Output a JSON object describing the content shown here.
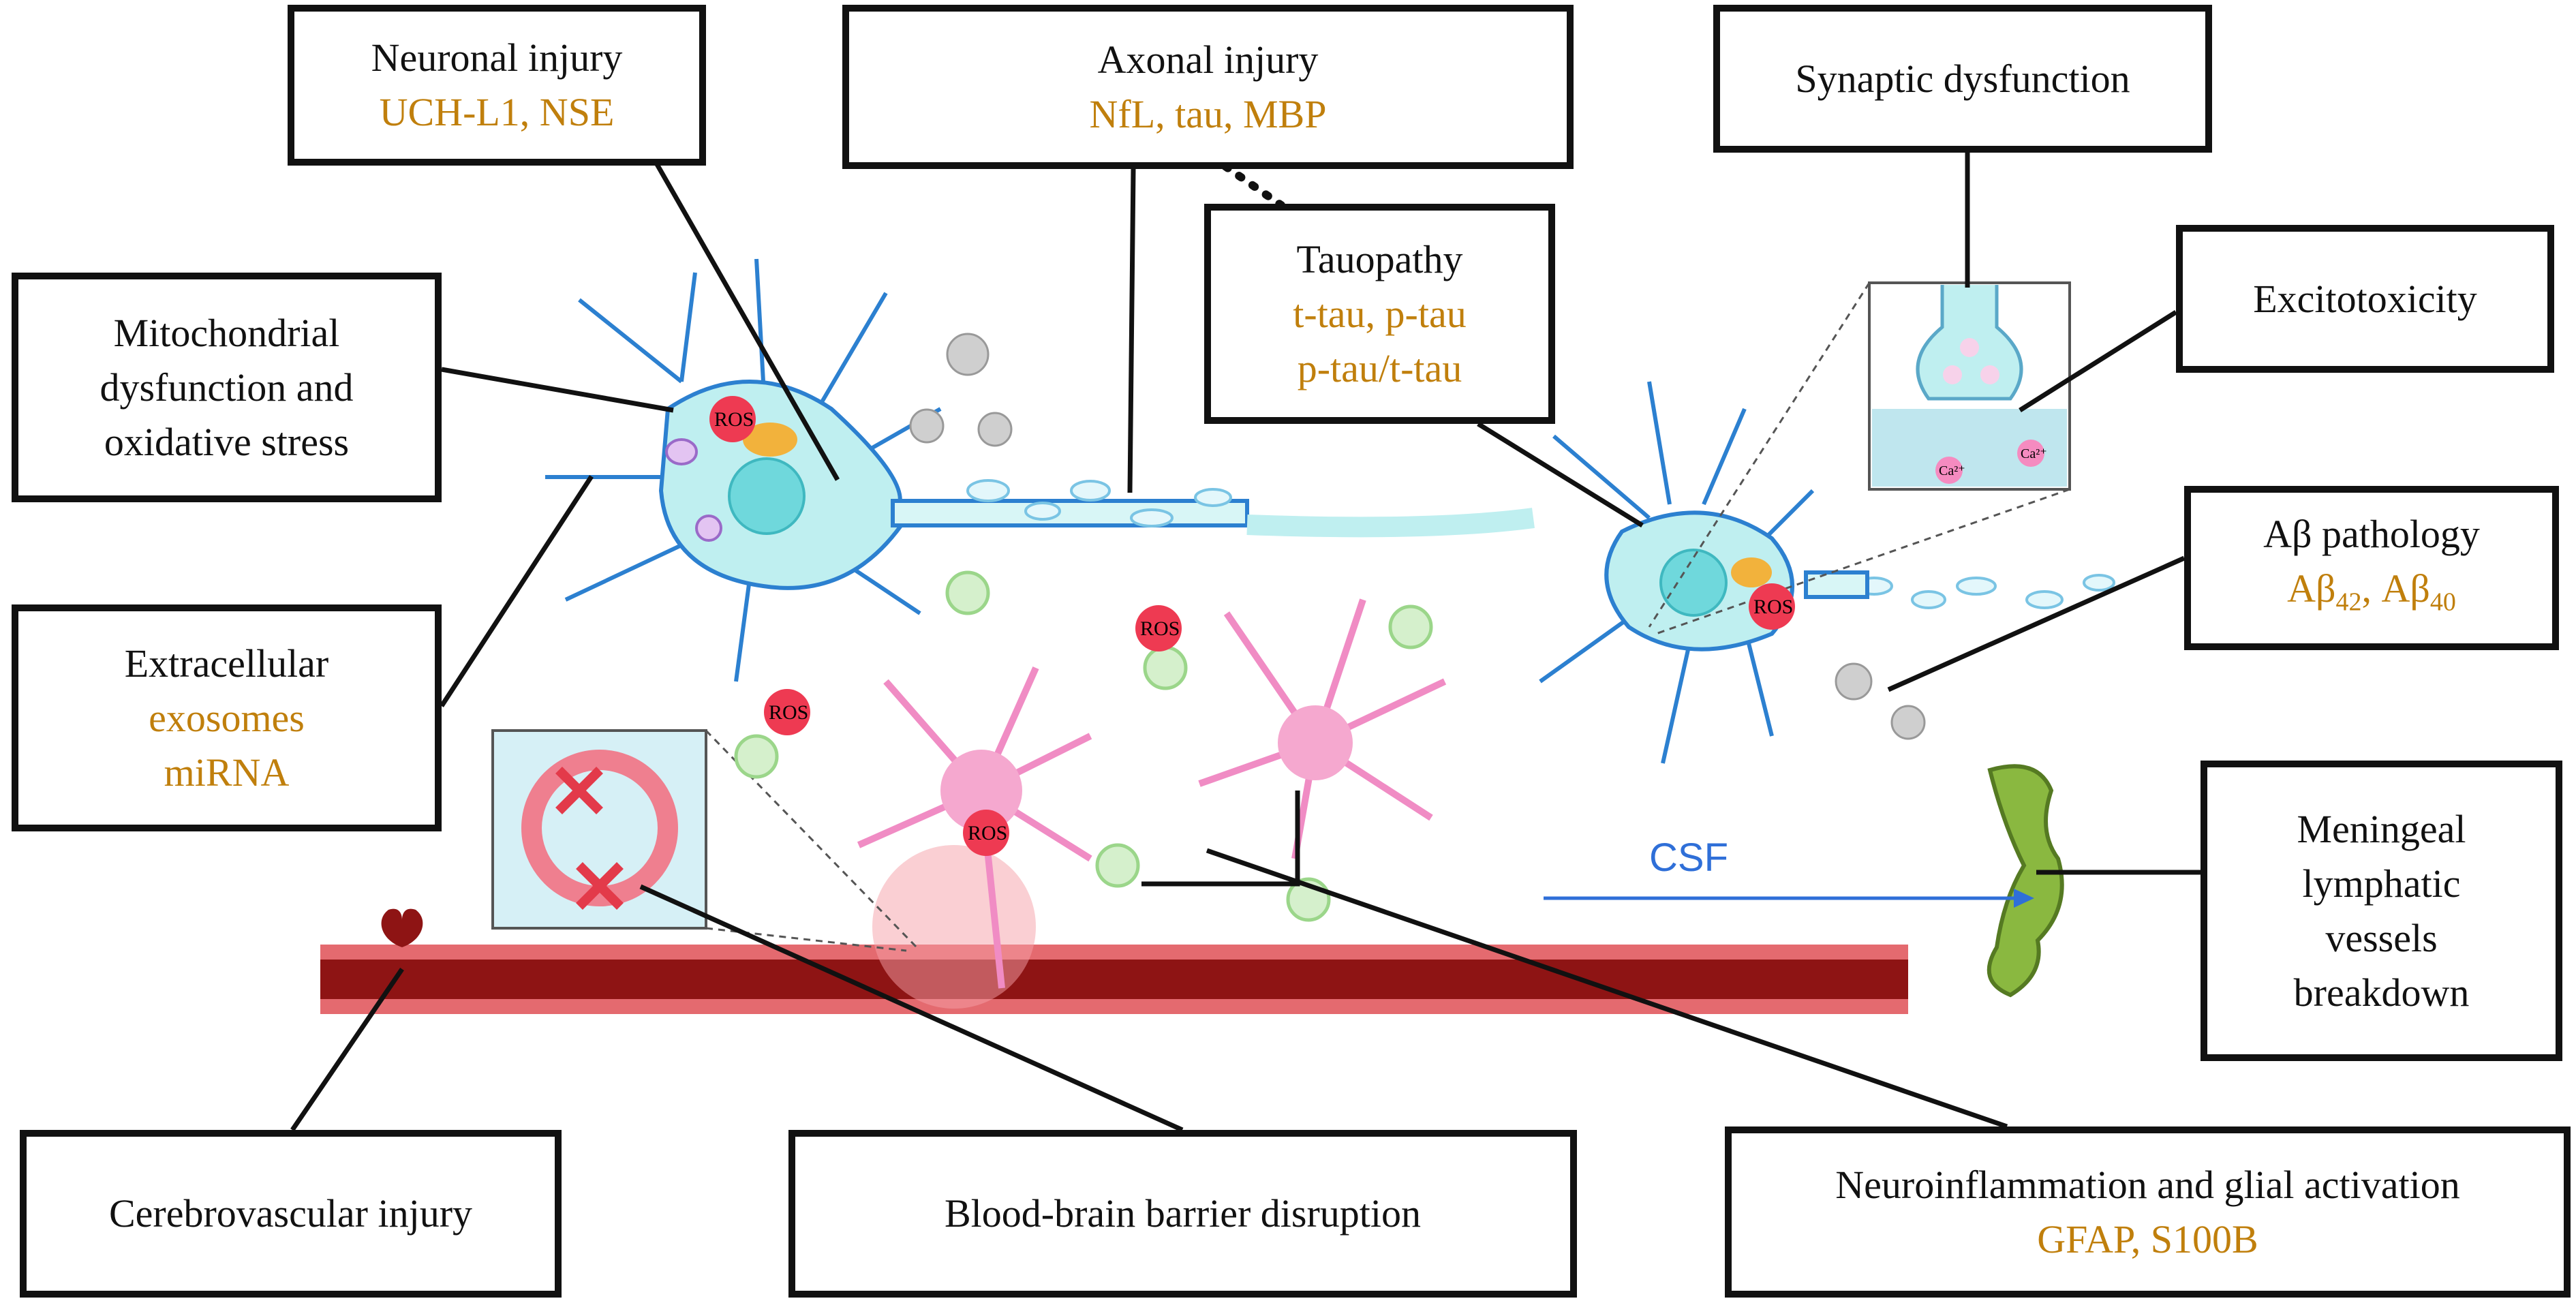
{
  "colors": {
    "biomarker": "#c07f0c",
    "box_border": "#111111",
    "csf_arrow": "#2f6fd8",
    "vessel": "#c8323a",
    "neuron": "#bfeff0",
    "astrocyte": "#f5a8cf",
    "lymphatic": "#8ab840"
  },
  "labels": {
    "neuronal_injury": {
      "title": "Neuronal injury",
      "biomarkers": "UCH-L1, NSE"
    },
    "axonal_injury": {
      "title": "Axonal injury",
      "biomarkers": "NfL, tau, MBP"
    },
    "synaptic": {
      "title": "Synaptic dysfunction"
    },
    "tauopathy": {
      "title": "Tauopathy",
      "biomarkers1": "t-tau, p-tau",
      "biomarkers2": "p-tau/t-tau"
    },
    "excitotoxicity": {
      "title": "Excitotoxicity"
    },
    "mitochondrial": {
      "line1": "Mitochondrial",
      "line2": "dysfunction and",
      "line3": "oxidative stress"
    },
    "abeta": {
      "title": "Aβ pathology",
      "b1": "Aβ",
      "b1sub": "42",
      "sep": ", ",
      "b2": "Aβ",
      "b2sub": "40"
    },
    "extracellular": {
      "title": "Extracellular",
      "b1": "exosomes",
      "b2": "miRNA"
    },
    "meningeal": {
      "line1": "Meningeal",
      "line2": "lymphatic",
      "line3": "vessels",
      "line4": "breakdown"
    },
    "cerebrovascular": {
      "title": "Cerebrovascular injury"
    },
    "bbb": {
      "title": "Blood-brain barrier disruption"
    },
    "neuroinflammation": {
      "title": "Neuroinflammation and glial activation",
      "biomarkers": "GFAP, S100B"
    }
  },
  "illustration": {
    "csf_label": "CSF",
    "ros_label": "ROS",
    "calcium_label": "Ca²⁺"
  }
}
